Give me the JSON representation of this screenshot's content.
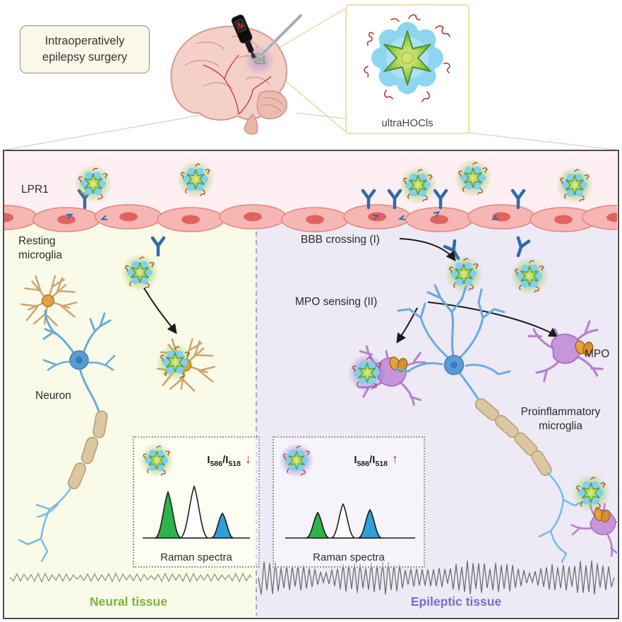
{
  "header": {
    "title_line1": "Intraoperatively",
    "title_line2": "epilepsy surgery",
    "inset_label": "ultraHOCls"
  },
  "panel": {
    "lpr1": "LPR1",
    "resting_line1": "Resting",
    "resting_line2": "microglia",
    "neuron": "Neuron",
    "bbb_crossing": "BBB crossing (I)",
    "mpo_sensing": "MPO sensing (II)",
    "mpo": "MPO",
    "proinflammatory_line1": "Proinflammatory",
    "proinflammatory_line2": "microglia",
    "neural_tissue": "Neural tissue",
    "epileptic_tissue": "Epileptic tissue"
  },
  "spectra": {
    "left": {
      "i": "I",
      "sub_num": "586",
      "slash_i": "/I",
      "sub_den": "518",
      "arrow": "↓",
      "caption": "Raman spectra"
    },
    "right": {
      "i": "I",
      "sub_num": "586",
      "slash_i": "/I",
      "sub_den": "518",
      "arrow": "↑",
      "caption": "Raman spectra"
    }
  },
  "icons": {
    "nanoparticle": "green-star-in-blue-shell",
    "receptor": "blue-Y-receptor",
    "probe": "handheld-raman-probe",
    "down_arrow": "↓",
    "up_arrow": "↑"
  },
  "colors": {
    "neural_green": "#7ab43e",
    "epileptic_purple": "#7e6bca",
    "arrow_red": "#b03128",
    "vessel_pink": "#f6b7b4",
    "pink_bg": "#fdeff2",
    "cream_bg": "#fafae9",
    "lavender_bg": "#ede9f5",
    "peak_green": "#2cb34a",
    "peak_blue": "#2e9fd9"
  }
}
